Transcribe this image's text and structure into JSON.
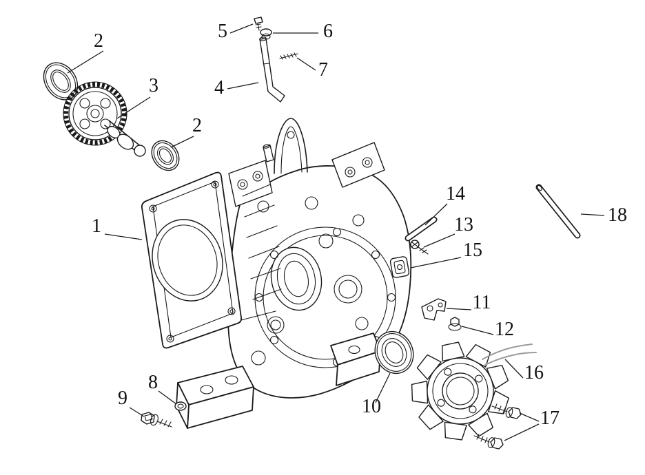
{
  "canvas": {
    "background": "#ffffff",
    "line_color": "#1a1a1a",
    "wire_color": "#9a9a9a",
    "label_color": "#111111"
  },
  "diagram": {
    "kind": "exploded-parts-diagram",
    "subject": "engine-crankcase-assembly"
  },
  "callouts": [
    {
      "number": "2",
      "part": "ball-bearing-upper"
    },
    {
      "number": "3",
      "part": "camshaft-gear-assembly"
    },
    {
      "number": "2",
      "part": "ball-bearing-lower"
    },
    {
      "number": "5",
      "part": "bolt"
    },
    {
      "number": "6",
      "part": "grommet"
    },
    {
      "number": "7",
      "part": "pin"
    },
    {
      "number": "4",
      "part": "breather-tube"
    },
    {
      "number": "1",
      "part": "crankcase-body"
    },
    {
      "number": "14",
      "part": "stud-pin"
    },
    {
      "number": "13",
      "part": "bolt"
    },
    {
      "number": "15",
      "part": "cushion-mount"
    },
    {
      "number": "18",
      "part": "dowel-rod"
    },
    {
      "number": "11",
      "part": "bracket"
    },
    {
      "number": "12",
      "part": "flange-nut"
    },
    {
      "number": "16",
      "part": "pulser-rotor"
    },
    {
      "number": "10",
      "part": "oil-seal"
    },
    {
      "number": "8",
      "part": "washer"
    },
    {
      "number": "9",
      "part": "flange-bolt"
    },
    {
      "number": "17",
      "part": "flange-bolts"
    }
  ]
}
